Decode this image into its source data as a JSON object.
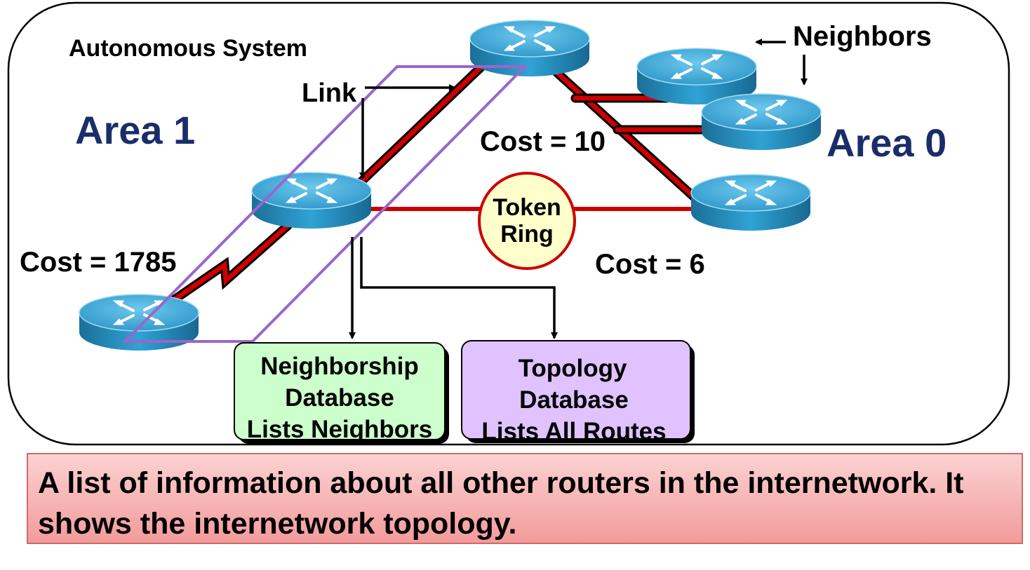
{
  "labels": {
    "autonomous_system": "Autonomous System",
    "area1": "Area 1",
    "area0": "Area 0",
    "link": "Link",
    "neighbors": "Neighbors",
    "cost_10": "Cost = 10",
    "cost_1785": "Cost = 1785",
    "cost_6": "Cost = 6",
    "token_ring_1": "Token",
    "token_ring_2": "Ring"
  },
  "boxes": {
    "neighborship": [
      "Neighborship",
      "Database",
      "Lists Neighbors"
    ],
    "topology": [
      "Topology",
      "Database",
      "Lists All Routes"
    ]
  },
  "caption": "A list of information about all other routers in the internetwork. It shows the internetwork topology.",
  "colors": {
    "link_red": "#cc0000",
    "area_text": "#1a2d6b",
    "router_blue": "#1f8fc1",
    "highlight_purple": "#9966cc",
    "neighborship_fill": "#ccffcc",
    "topology_fill": "#e0c2ff",
    "token_ring_fill": "#ffffcc",
    "caption_fill": "#f6b2b2"
  }
}
